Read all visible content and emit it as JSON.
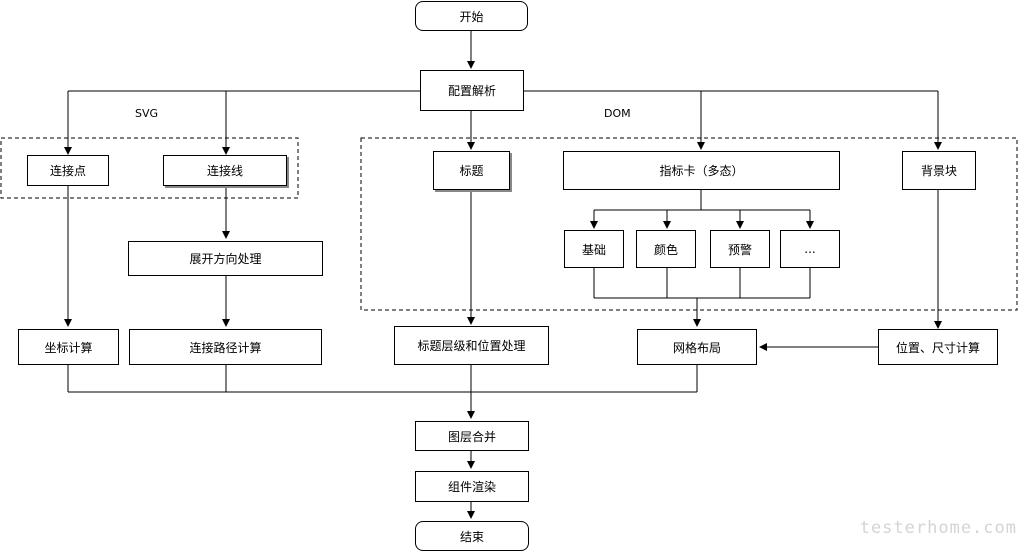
{
  "groups": {
    "svg": "SVG",
    "dom": "DOM"
  },
  "nodes": {
    "start": "开始",
    "config": "配置解析",
    "point": "连接点",
    "line": "连接线",
    "expand": "展开方向处理",
    "coord": "坐标计算",
    "path": "连接路径计算",
    "title": "标题",
    "card": "指标卡（多态）",
    "bg": "背景块",
    "basic": "基础",
    "color": "颜色",
    "warn": "预警",
    "more": "...",
    "title_level": "标题层级和位置处理",
    "grid": "网格布局",
    "pos_size": "位置、尺寸计算",
    "merge": "图层合并",
    "render": "组件渲染",
    "end": "结束"
  },
  "watermark": "testerhome.com"
}
